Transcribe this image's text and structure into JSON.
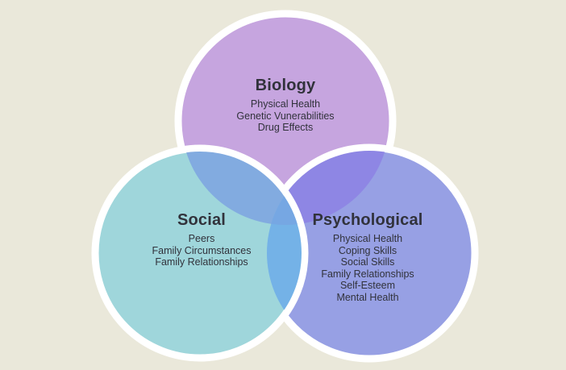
{
  "background_color": "#EAE8DA",
  "diagram": {
    "type": "venn-diagram",
    "ring_color": "#FFFFFF",
    "text_color": "#31323B",
    "circles": {
      "biology": {
        "title": "Biology",
        "items": [
          "Physical Health",
          "Genetic Vunerabilities",
          "Drug Effects"
        ],
        "fill": "#C6A5DF"
      },
      "social": {
        "title": "Social",
        "items": [
          "Peers",
          "Family Circumstances",
          "Family Relationships"
        ],
        "fill": "#9FD6DB"
      },
      "psychological": {
        "title": "Psychological",
        "items": [
          "Physical Health",
          "Coping Skills",
          "Social Skills",
          "Family Relationships",
          "Self-Esteem",
          "Mental Health"
        ],
        "fill": "#97A0E4"
      }
    },
    "overlap_colors": {
      "biology_social": "#82ABE0",
      "biology_psychological": "#8E86E4",
      "social_psychological": "#74B2E7",
      "all_three": "#76A7E3"
    }
  }
}
